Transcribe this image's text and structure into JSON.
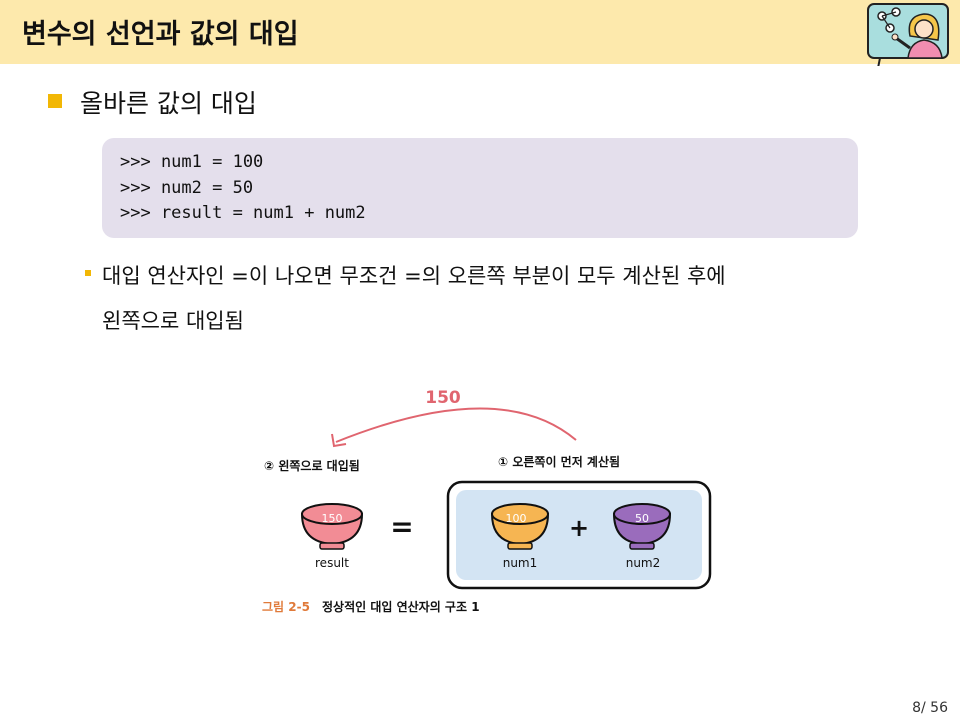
{
  "header": {
    "title": "변수의 선언과 값의 대입"
  },
  "section": {
    "heading": "올바른 값의 대입"
  },
  "code": {
    "lines": [
      ">>> num1 = 100",
      ">>> num2 = 50",
      ">>> result = num1 + num2"
    ]
  },
  "body": {
    "line1": "대입 연산자인 =이 나오면 무조건 =의 오른쪽 부분이 모두 계산된 후에",
    "line2": "왼쪽으로 대입됨"
  },
  "figure": {
    "arrow_value": "150",
    "left_caption": "② 왼쪽으로 대입됨",
    "right_caption": "① 오른쪽이 먼저 계산됨",
    "equals": "=",
    "plus": "+",
    "result_bowl": {
      "value": "150",
      "label": "result",
      "color": "#f28c95"
    },
    "num1_bowl": {
      "value": "100",
      "label": "num1",
      "color": "#f6b552"
    },
    "num2_bowl": {
      "value": "50",
      "label": "num2",
      "color": "#9a6cbc"
    },
    "caption_fig": "그림 2-5",
    "caption_text": "정상적인 대입 연산자의 구조 1",
    "accent_color": "#e0656f"
  },
  "page": {
    "number": "8/ 56"
  }
}
